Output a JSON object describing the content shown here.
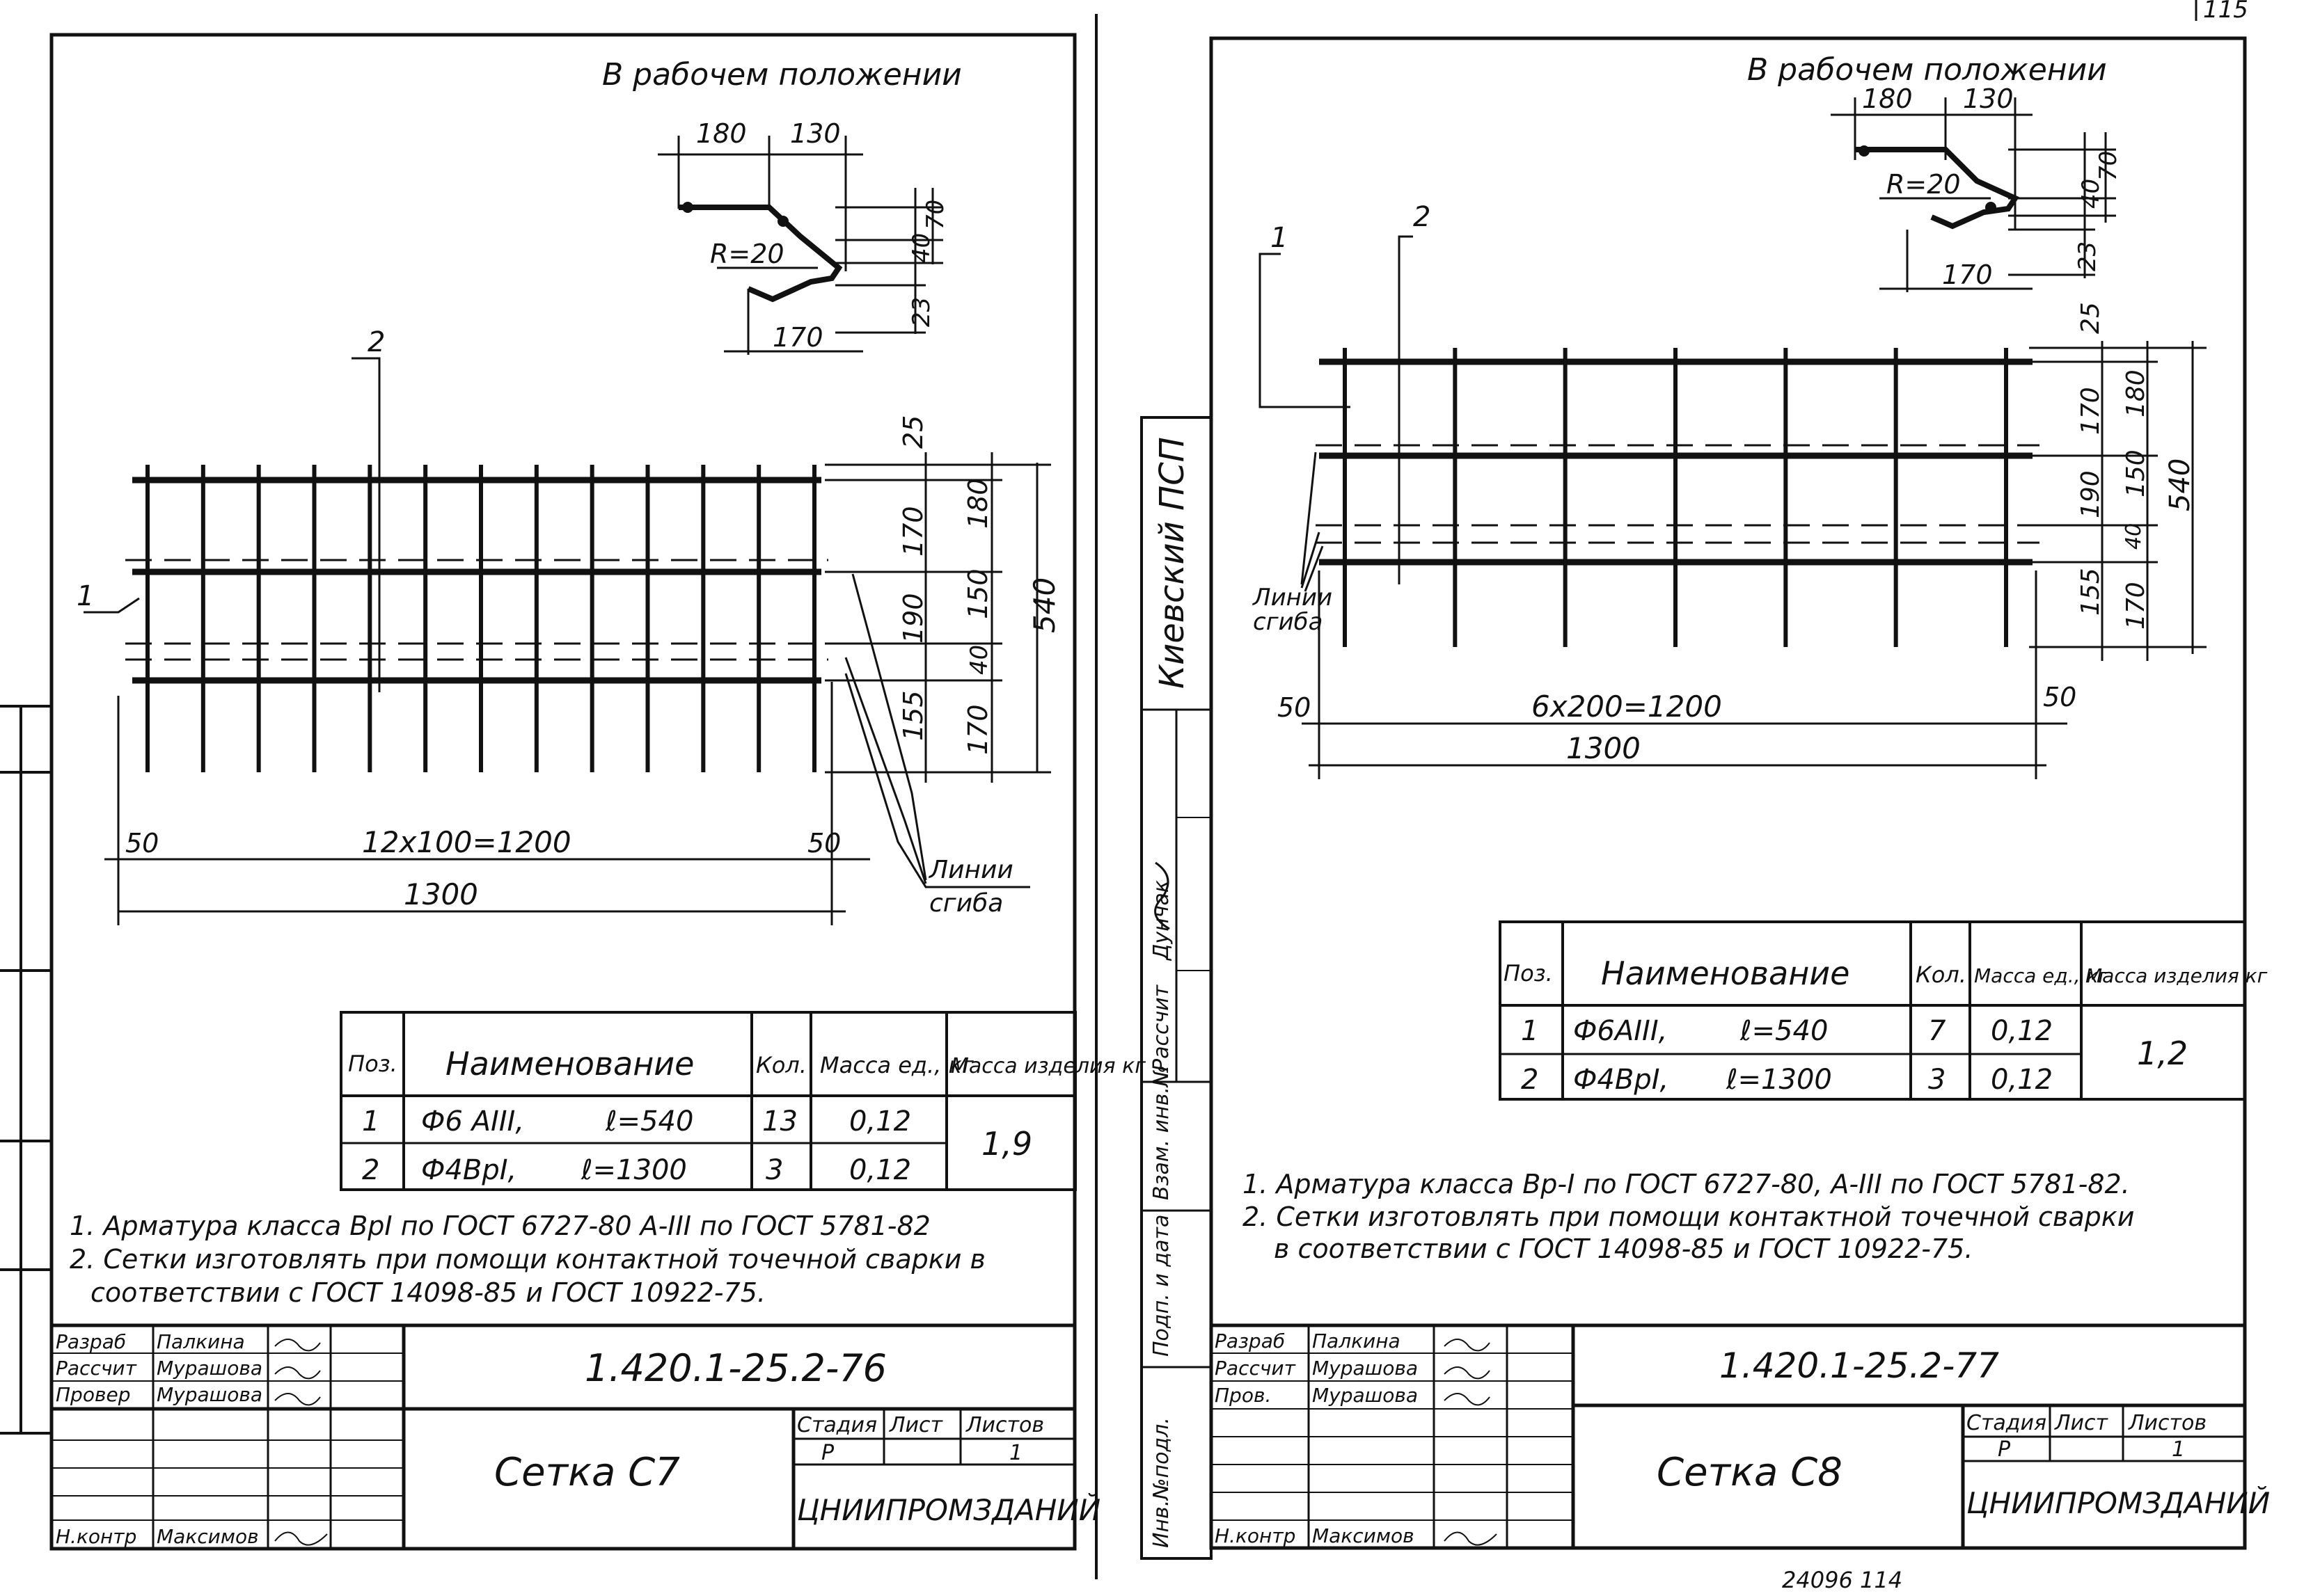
{
  "page_number_top": "115",
  "footer_number": "24096  114",
  "side_org": "Киевский ПСП",
  "side_columns": [
    "Инв.№подл.",
    "Подп. и дата",
    "Взам. инв.№"
  ],
  "side_stamp_label": "Рассчит",
  "side_stamp_name": "Дунчак",
  "sheets": [
    {
      "id": "C7",
      "caption": "В рабочем положении",
      "profile": {
        "d1": "180",
        "d2": "130",
        "radius": "R=20",
        "d3": "170",
        "v1": "70",
        "v2": "40",
        "v3": "23"
      },
      "callout_1": "1",
      "callout_2": "2",
      "dims_right": [
        "25",
        "170",
        "180",
        "190",
        "150",
        "40",
        "155",
        "170",
        "540"
      ],
      "dim_edge_left": "50",
      "dim_edge_right": "50",
      "dim_span": "12х100=1200",
      "dim_total": "1300",
      "bend_label": [
        "Линии",
        "сгиба"
      ],
      "table_header": [
        "Поз.",
        "Наименование",
        "Кол.",
        "Масса ед., кг",
        "Масса изделия кг"
      ],
      "table_rows": [
        {
          "pos": "1",
          "name": "Ф6 АIII,",
          "len": "ℓ=540",
          "qty": "13",
          "mass": "0,12"
        },
        {
          "pos": "2",
          "name": "Ф4ВрI,",
          "len": "ℓ=1300",
          "qty": "3",
          "mass": "0,12"
        }
      ],
      "total_mass": "1,9",
      "notes": [
        "1. Арматура класса ВрI по ГОСТ 6727-80  А-III по ГОСТ 5781-82",
        "2. Сетки изготовлять при помощи контактной точечной сварки в",
        "соответствии с ГОСТ 14098-85 и ГОСТ 10922-75."
      ],
      "title_rows": [
        {
          "role": "Разраб",
          "name": "Палкина"
        },
        {
          "role": "Рассчит",
          "name": "Мурашова"
        },
        {
          "role": "Провер",
          "name": "Мурашова"
        },
        {
          "role": "Н.контр",
          "name": "Максимов"
        }
      ],
      "code": "1.420.1-25.2-76",
      "title": "Сетка С7",
      "stage_headers": [
        "Стадия",
        "Лист",
        "Листов"
      ],
      "stage": "Р",
      "sheet_no": "1",
      "org": "ЦНИИПРОМЗДАНИЙ"
    },
    {
      "id": "C8",
      "caption": "В рабочем положении",
      "profile": {
        "d1": "180",
        "d2": "130",
        "radius": "R=20",
        "d3": "170",
        "v1": "70",
        "v2": "40",
        "v3": "23"
      },
      "callout_1": "1",
      "callout_2": "2",
      "dims_right": [
        "25",
        "170",
        "180",
        "190",
        "150",
        "40",
        "155",
        "170",
        "540"
      ],
      "dim_edge_left": "50",
      "dim_edge_right": "50",
      "dim_span": "6х200=1200",
      "dim_total": "1300",
      "bend_label": [
        "Линии",
        "сгиба"
      ],
      "table_header": [
        "Поз.",
        "Наименование",
        "Кол.",
        "Масса ед., кг.",
        "Масса изделия кг"
      ],
      "table_rows": [
        {
          "pos": "1",
          "name": "Ф6АIII,",
          "len": "ℓ=540",
          "qty": "7",
          "mass": "0,12"
        },
        {
          "pos": "2",
          "name": "Ф4ВрI,",
          "len": "ℓ=1300",
          "qty": "3",
          "mass": "0,12"
        }
      ],
      "total_mass": "1,2",
      "notes": [
        "1. Арматура класса Вр-I по ГОСТ 6727-80, А-III по ГОСТ 5781-82.",
        "2. Сетки изготовлять при помощи контактной точечной сварки",
        "в соответствии с ГОСТ 14098-85 и ГОСТ 10922-75."
      ],
      "title_rows": [
        {
          "role": "Разраб",
          "name": "Палкина"
        },
        {
          "role": "Рассчит",
          "name": "Мурашова"
        },
        {
          "role": "Пров.",
          "name": "Мурашова"
        },
        {
          "role": "Н.контр",
          "name": "Максимов"
        }
      ],
      "code": "1.420.1-25.2-77",
      "title": "Сетка С8",
      "stage_headers": [
        "Стадия",
        "Лист",
        "Листов"
      ],
      "stage": "Р",
      "sheet_no": "1",
      "org": "ЦНИИПРОМЗДАНИЙ"
    }
  ]
}
